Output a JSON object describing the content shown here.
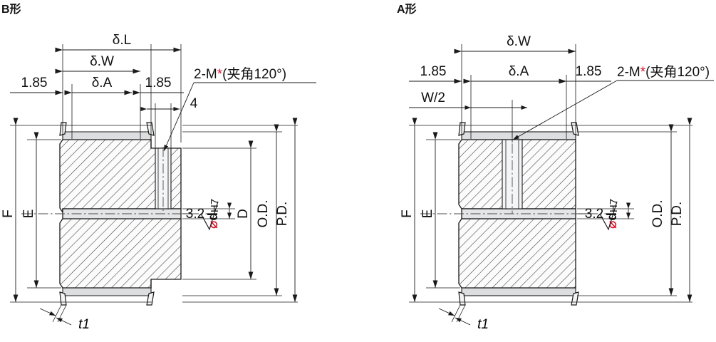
{
  "page": {
    "kind": "engineering-drawing",
    "subject": "timing-belt-pulley-cross-section",
    "background": "#ffffff",
    "accent_red": "#d4122a"
  },
  "figures": [
    {
      "id": "fig-b",
      "title": "B形",
      "note_label": "2-M*(夹角120°)",
      "note_prefix": "2-M",
      "note_star": "*",
      "note_suffix": "(夹角120°)",
      "dimensions": {
        "top_overall": "δ.L",
        "top_width": "δ.W",
        "top_inner": "δ.A",
        "left_gap": "1.85",
        "right_gap": "1.85",
        "hole_depth": "4",
        "outer_height": "F",
        "inner_height": "E",
        "hub_dia": "D",
        "outside_dia": "O.D.",
        "pitch_dia": "P.D.",
        "bore_dia": "dH7",
        "bore_dia_symbol": "⌀",
        "bore_tol": "H7",
        "surface_finish": "3.2",
        "flange_thickness": "t1"
      }
    },
    {
      "id": "fig-a",
      "title": "A形",
      "note_label": "2-M*(夹角120°)",
      "note_prefix": "2-M",
      "note_star": "*",
      "note_suffix": "(夹角120°)",
      "dimensions": {
        "top_width": "δ.W",
        "top_inner": "δ.A",
        "left_gap": "1.85",
        "right_gap": "1.85",
        "half_width": "W/2",
        "outer_height": "F",
        "inner_height": "E",
        "outside_dia": "O.D.",
        "pitch_dia": "P.D.",
        "bore_dia": "dH7",
        "bore_dia_symbol": "⌀",
        "bore_tol": "H7",
        "surface_finish": "3.2",
        "flange_thickness": "t1"
      }
    }
  ]
}
